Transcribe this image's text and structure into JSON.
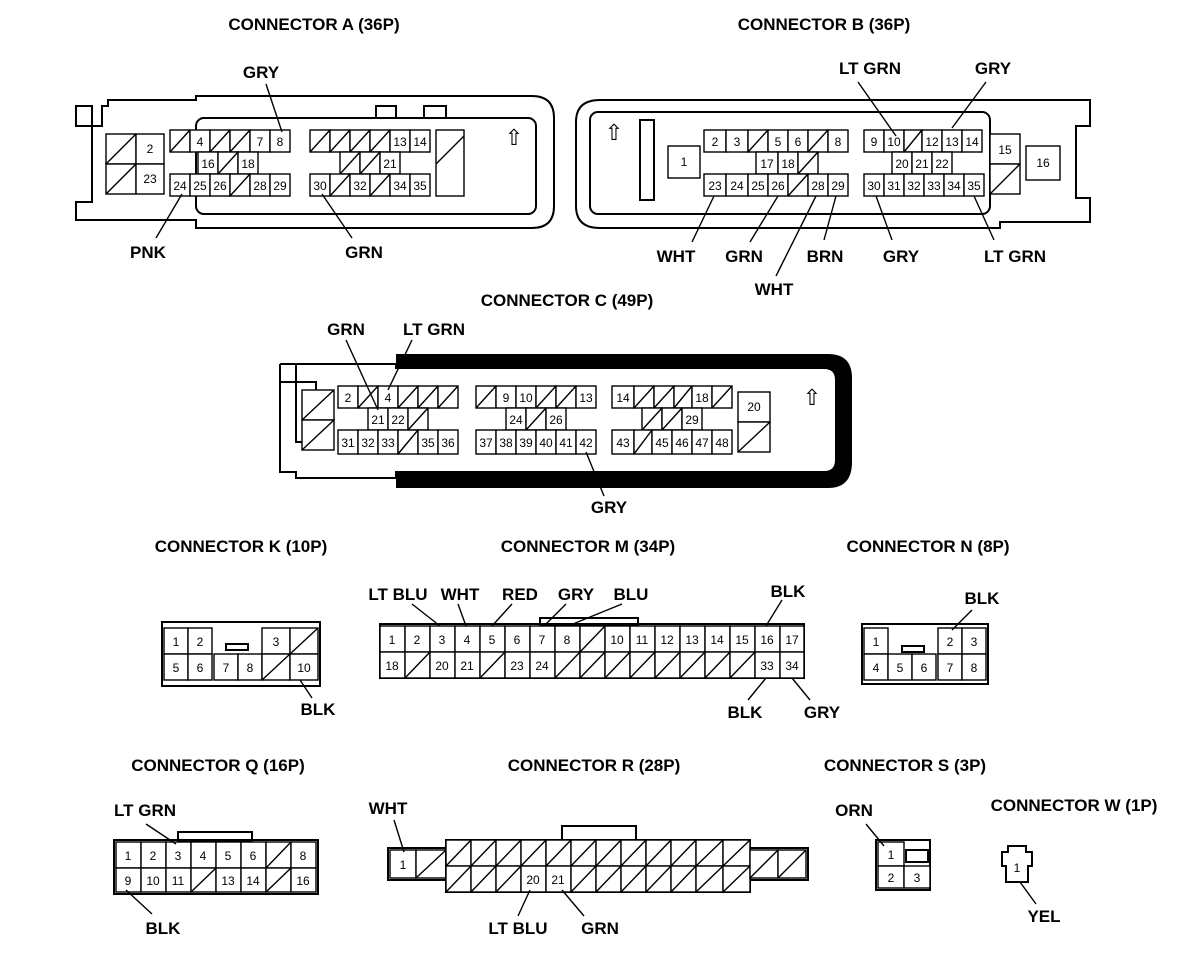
{
  "connectors": [
    {
      "id": "A",
      "title": "CONNECTOR A (36P)",
      "pins": [
        "2",
        "23",
        "4",
        "7",
        "8",
        "16",
        "18",
        "24",
        "25",
        "26",
        "28",
        "29",
        "13",
        "14",
        "21",
        "30",
        "32",
        "34",
        "35"
      ],
      "wires": [
        {
          "pin": "8",
          "label": "GRY"
        },
        {
          "pin": "24",
          "label": "PNK"
        },
        {
          "pin": "30",
          "label": "GRN"
        }
      ]
    },
    {
      "id": "B",
      "title": "CONNECTOR B (36P)",
      "pins": [
        "1",
        "2",
        "3",
        "5",
        "6",
        "8",
        "17",
        "18",
        "23",
        "24",
        "25",
        "26",
        "28",
        "29",
        "9",
        "10",
        "12",
        "13",
        "14",
        "20",
        "21",
        "22",
        "30",
        "31",
        "32",
        "33",
        "34",
        "35",
        "15",
        "16"
      ],
      "wires": [
        {
          "pin": "10",
          "label": "LT GRN"
        },
        {
          "pin": "13",
          "label": "GRY"
        },
        {
          "pin": "23",
          "label": "WHT"
        },
        {
          "pin": "26",
          "label": "GRN"
        },
        {
          "pin": "28",
          "label": "WHT"
        },
        {
          "pin": "29",
          "label": "BRN"
        },
        {
          "pin": "30",
          "label": "GRY"
        },
        {
          "pin": "35",
          "label": "LT GRN"
        }
      ]
    },
    {
      "id": "C",
      "title": "CONNECTOR C (49P)",
      "pins": [
        "2",
        "4",
        "21",
        "22",
        "31",
        "32",
        "33",
        "35",
        "36",
        "9",
        "10",
        "13",
        "24",
        "26",
        "37",
        "38",
        "39",
        "40",
        "41",
        "42",
        "14",
        "18",
        "29",
        "43",
        "45",
        "46",
        "47",
        "48",
        "20"
      ],
      "wires": [
        {
          "pin": "21",
          "label": "GRN"
        },
        {
          "pin": "4",
          "label": "LT GRN"
        },
        {
          "pin": "42",
          "label": "GRY"
        }
      ]
    },
    {
      "id": "K",
      "title": "CONNECTOR K (10P)",
      "pins": [
        "1",
        "2",
        "3",
        "5",
        "6",
        "7",
        "8",
        "10"
      ],
      "wires": [
        {
          "pin": "10",
          "label": "BLK"
        }
      ]
    },
    {
      "id": "M",
      "title": "CONNECTOR M (34P)",
      "pins": [
        "1",
        "2",
        "3",
        "4",
        "5",
        "6",
        "7",
        "8",
        "10",
        "11",
        "12",
        "13",
        "14",
        "15",
        "16",
        "17",
        "18",
        "20",
        "21",
        "23",
        "24",
        "33",
        "34"
      ],
      "wires": [
        {
          "pin": "3",
          "label": "LT BLU"
        },
        {
          "pin": "4",
          "label": "WHT"
        },
        {
          "pin": "5",
          "label": "RED"
        },
        {
          "pin": "7",
          "label": "GRY"
        },
        {
          "pin": "8",
          "label": "BLU"
        },
        {
          "pin": "16",
          "label": "BLK"
        },
        {
          "pin": "33",
          "label": "BLK"
        },
        {
          "pin": "34",
          "label": "GRY"
        }
      ]
    },
    {
      "id": "N",
      "title": "CONNECTOR N (8P)",
      "pins": [
        "1",
        "2",
        "3",
        "4",
        "5",
        "6",
        "7",
        "8"
      ],
      "wires": [
        {
          "pin": "2",
          "label": "BLK"
        }
      ]
    },
    {
      "id": "Q",
      "title": "CONNECTOR Q (16P)",
      "pins": [
        "1",
        "2",
        "3",
        "4",
        "5",
        "6",
        "8",
        "9",
        "10",
        "11",
        "13",
        "14",
        "16"
      ],
      "wires": [
        {
          "pin": "3",
          "label": "LT GRN"
        },
        {
          "pin": "9",
          "label": "BLK"
        }
      ]
    },
    {
      "id": "R",
      "title": "CONNECTOR R (28P)",
      "pins": [
        "1",
        "20",
        "21"
      ],
      "wires": [
        {
          "pin": "1",
          "label": "WHT"
        },
        {
          "pin": "20",
          "label": "LT BLU"
        },
        {
          "pin": "21",
          "label": "GRN"
        }
      ]
    },
    {
      "id": "S",
      "title": "CONNECTOR S (3P)",
      "pins": [
        "1",
        "2",
        "3"
      ],
      "wires": [
        {
          "pin": "1",
          "label": "ORN"
        }
      ]
    },
    {
      "id": "W",
      "title": "CONNECTOR W (1P)",
      "pins": [
        "1"
      ],
      "wires": [
        {
          "pin": "1",
          "label": "YEL"
        }
      ]
    }
  ]
}
